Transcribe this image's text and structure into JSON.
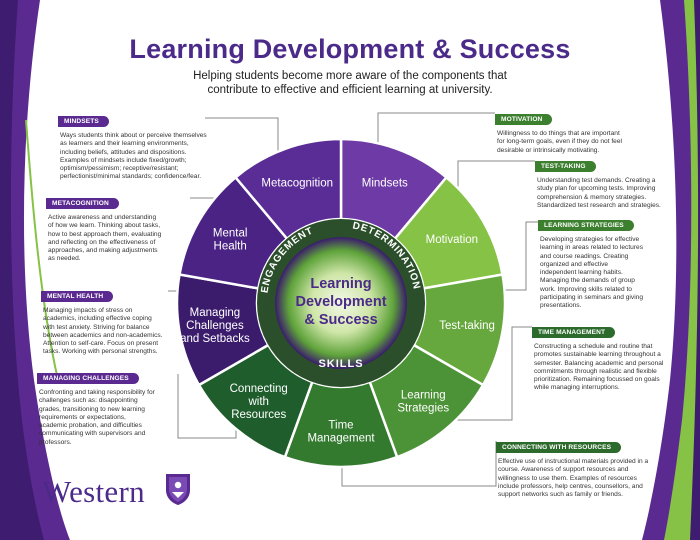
{
  "header": {
    "title": "Learning Development & Success",
    "subtitle_line1": "Helping students become more aware of the components that",
    "subtitle_line2": "contribute to effective and efficient learning at university."
  },
  "center": {
    "line1": "Learning",
    "line2": "Development",
    "line3": "& Success",
    "ring_top_left": "ENGAGEMENT",
    "ring_top_right": "DETERMINATION",
    "ring_bottom": "SKILLS"
  },
  "segments": [
    {
      "label1": "Mindsets",
      "label2": "",
      "label3": "",
      "color": "#6e3ba6"
    },
    {
      "label1": "Motivation",
      "label2": "",
      "label3": "",
      "color": "#86c246"
    },
    {
      "label1": "Test-taking",
      "label2": "",
      "label3": "",
      "color": "#66a83e"
    },
    {
      "label1": "Learning",
      "label2": "Strategies",
      "label3": "",
      "color": "#4c9237"
    },
    {
      "label1": "Time",
      "label2": "Management",
      "label3": "",
      "color": "#33792e"
    },
    {
      "label1": "Connecting",
      "label2": "with",
      "label3": "Resources",
      "color": "#1f5e2c"
    },
    {
      "label1": "Managing",
      "label2": "Challenges",
      "label3": "and Setbacks",
      "color": "#3a1b6c"
    },
    {
      "label1": "Mental",
      "label2": "Health",
      "label3": "",
      "color": "#4a2384"
    },
    {
      "label1": "Metacognition",
      "label2": "",
      "label3": "",
      "color": "#5a2d96"
    }
  ],
  "cards": {
    "mindsets": {
      "title": "MINDSETS",
      "lines": [
        "Ways students think about or perceive themselves",
        "as learners and their learning environments,",
        "including beliefs, attitudes and dispositions.",
        "Examples of mindsets include fixed/growth;",
        "optimism/pessimism; receptive/resistant;",
        "perfectionist/minimal standards; confidence/fear."
      ]
    },
    "metacognition": {
      "title": "METACOGNITION",
      "lines": [
        "Active awareness and understanding",
        "of how we learn. Thinking about tasks,",
        "how to best approach them, evaluating",
        "and reflecting on the effectiveness of",
        "approaches, and making adjustments",
        "as needed."
      ]
    },
    "mental_health": {
      "title": "MENTAL HEALTH",
      "lines": [
        "Managing impacts of stress on",
        "academics, including effective coping",
        "with test anxiety. Striving for balance",
        "between academics and non-academics.",
        "Attention to self-care. Focus on present",
        "tasks. Working with personal strengths."
      ]
    },
    "managing_challenges": {
      "title": "MANAGING CHALLENGES",
      "lines": [
        "Confronting and taking responsibility for",
        "challenges such as: disappointing",
        "grades, transitioning to new learning",
        "requirements or expectations,",
        "academic probation, and difficulties",
        "communicating with supervisors and",
        "professors."
      ]
    },
    "motivation": {
      "title": "MOTIVATION",
      "lines": [
        "Willingness to do things that are important",
        "for long-term goals, even if they do not feel",
        "desirable or intrinsically motivating."
      ]
    },
    "test_taking": {
      "title": "TEST-TAKING",
      "lines": [
        "Understanding test demands. Creating a",
        "study plan for upcoming tests. Improving",
        "comprehension & memory strategies.",
        "Standardized test research and strategies."
      ]
    },
    "learning_strategies": {
      "title": "LEARNING STRATEGIES",
      "lines": [
        "Developing strategies for effective",
        "learning in areas related to lectures",
        "and course readings. Creating",
        "organized and effective",
        "independent learning habits.",
        "Managing the demands of group",
        "work. Improving skills related to",
        "participating in seminars and giving",
        "presentations."
      ]
    },
    "time_management": {
      "title": "TIME MANAGEMENT",
      "lines": [
        "Constructing a schedule and routine that",
        "promotes sustainable learning throughout a",
        "semester. Balancing academic and personal",
        "commitments through realistic and flexible",
        "prioritization. Remaining focussed on goals",
        "while managing interruptions."
      ]
    },
    "connecting_resources": {
      "title": "CONNECTING WITH RESOURCES",
      "lines": [
        "Effective use of instructional materials provided in a",
        "course. Awareness of support resources and",
        "willingness to use them. Examples of resources",
        "include professors, help centres, counsellors, and",
        "support networks such as family or friends."
      ]
    },
    "logo": {
      "wordmark": "Western"
    }
  },
  "colors": {
    "purple_dark": "#3a1b6c",
    "purple": "#5b2a91",
    "green_light": "#86c246",
    "green_dark": "#1f5e2c",
    "title": "#4b2a8a"
  }
}
